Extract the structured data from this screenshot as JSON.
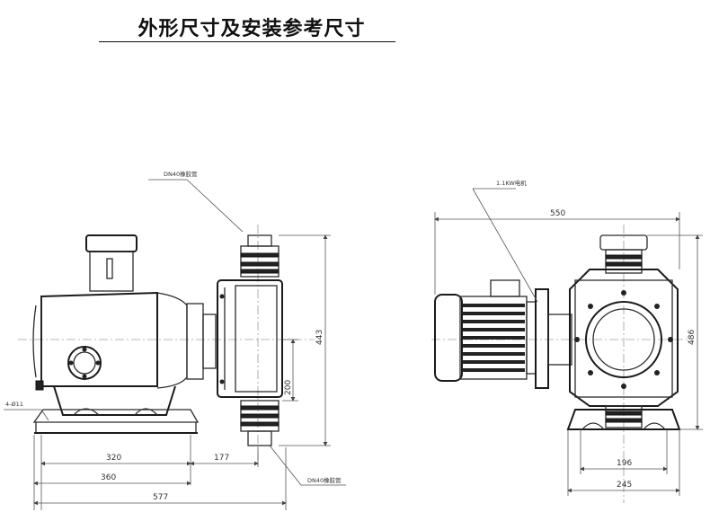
{
  "title": "外形尺寸及安装参考尺寸",
  "side_view": {
    "callout_top": "DN40橡胶管",
    "callout_bottom": "DN40橡胶管",
    "hole_label": "4-Ø11",
    "dims": {
      "d320": "320",
      "d360": "360",
      "d577": "577",
      "d177": "177",
      "d200": "200",
      "d443": "443"
    }
  },
  "end_view": {
    "motor_callout": "1.1KW电机",
    "dims": {
      "d550": "550",
      "d486": "486",
      "d196": "196",
      "d245": "245"
    }
  }
}
